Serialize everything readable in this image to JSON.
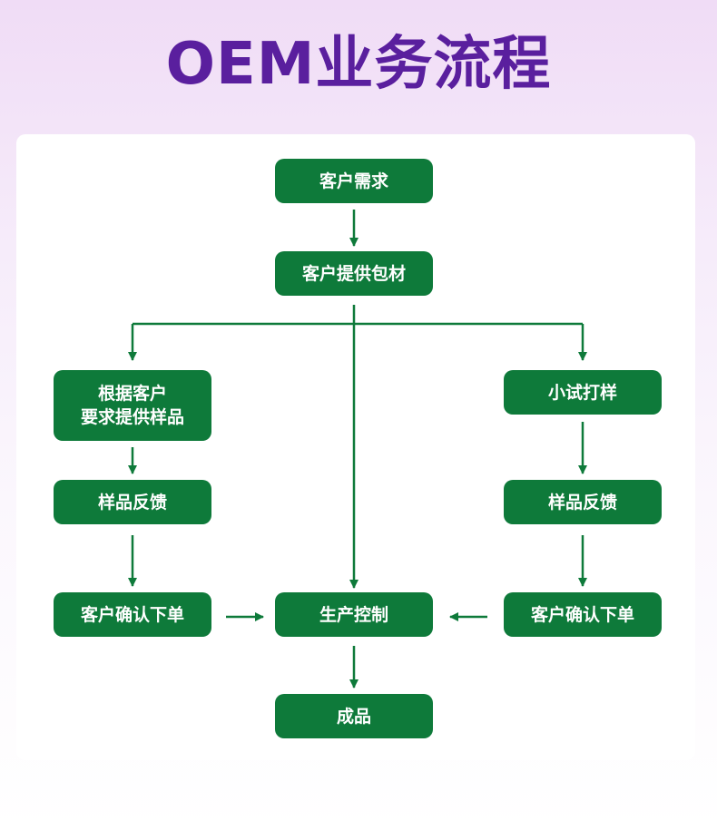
{
  "title": "OEM业务流程",
  "colors": {
    "node_fill": "#0e7a3a",
    "title": "#5a1f9e",
    "arrow": "#0e7a3a"
  },
  "nodes": {
    "customer_demand": "客户需求",
    "customer_packaging": "客户提供包材",
    "sample_by_request": "根据客户\n要求提供样品",
    "small_trial": "小试打样",
    "feedback_left": "样品反馈",
    "feedback_right": "样品反馈",
    "order_left": "客户确认下单",
    "order_right": "客户确认下单",
    "production": "生产控制",
    "finished": "成品"
  }
}
